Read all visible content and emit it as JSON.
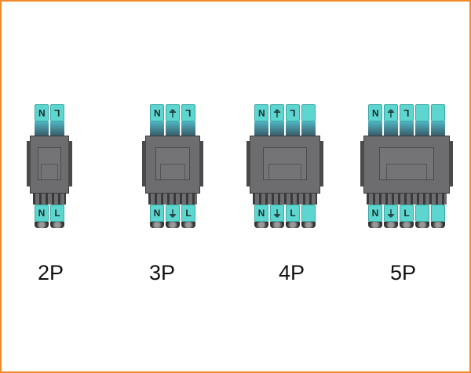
{
  "colors": {
    "border": "#f08a2c",
    "terminal": "#5ed6d0",
    "housing": "#6d6d6f"
  },
  "connectors": [
    {
      "name": "2P",
      "poles": [
        "N",
        "L"
      ]
    },
    {
      "name": "3P",
      "poles": [
        "N",
        "⏚",
        "L"
      ]
    },
    {
      "name": "4P",
      "poles": [
        "N",
        "⏚",
        "L",
        ""
      ]
    },
    {
      "name": "5P",
      "poles": [
        "N",
        "⏚",
        "L",
        "",
        ""
      ]
    }
  ]
}
